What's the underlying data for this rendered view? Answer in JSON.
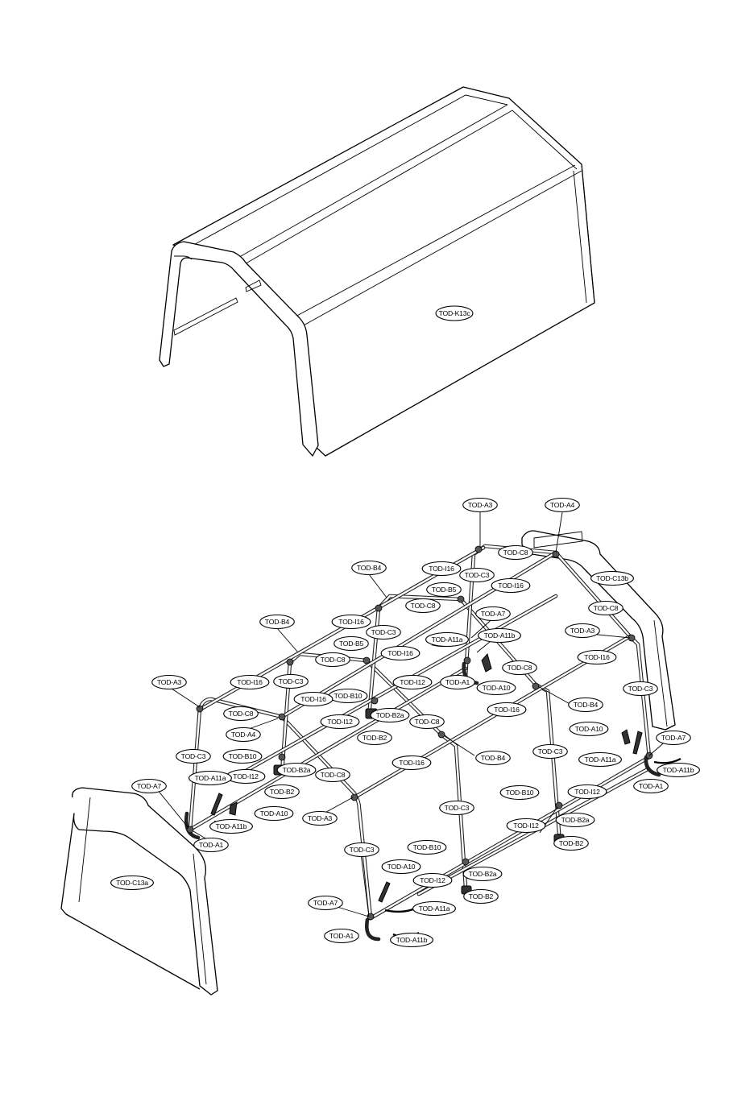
{
  "cover": {
    "part_label": "TOD-K13c"
  },
  "frame": {
    "labels": [
      "TOD-A3",
      "TOD-A4",
      "TOD-C8",
      "TOD-C13b",
      "TOD-I16",
      "TOD-C3",
      "TOD-B4",
      "TOD-B5",
      "TOD-I16",
      "TOD-C8",
      "TOD-C8",
      "TOD-A7",
      "TOD-B4",
      "TOD-I16",
      "TOD-C3",
      "TOD-A3",
      "TOD-A11a",
      "TOD-B5",
      "TOD-A11b",
      "TOD-I16",
      "TOD-I16",
      "TOD-C8",
      "TOD-C8",
      "TOD-A3",
      "TOD-I16",
      "TOD-C3",
      "TOD-I12",
      "TOD-A1",
      "TOD-A10",
      "TOD-C3",
      "TOD-B10",
      "TOD-I16",
      "TOD-B4",
      "TOD-C8",
      "TOD-B2a",
      "TOD-I16",
      "TOD-A4",
      "TOD-I12",
      "TOD-C8",
      "TOD-A10",
      "TOD-B2",
      "TOD-A7",
      "TOD-C3",
      "TOD-B4",
      "TOD-C3",
      "TOD-A11a",
      "TOD-B10",
      "TOD-I16",
      "TOD-A11b",
      "TOD-B2a",
      "TOD-I12",
      "TOD-C8",
      "TOD-A1",
      "TOD-A11a",
      "TOD-B2",
      "TOD-B10",
      "TOD-I12",
      "TOD-A7",
      "TOD-A10",
      "TOD-A3",
      "TOD-C3",
      "TOD-B2a",
      "TOD-A11b",
      "TOD-I12",
      "TOD-A1",
      "TOD-B2",
      "TOD-C3",
      "TOD-B10",
      "TOD-A10",
      "TOD-B2a",
      "TOD-I12",
      "TOD-C13a",
      "TOD-B2",
      "TOD-A7",
      "TOD-A11a",
      "TOD-A1",
      "TOD-A11b"
    ]
  }
}
